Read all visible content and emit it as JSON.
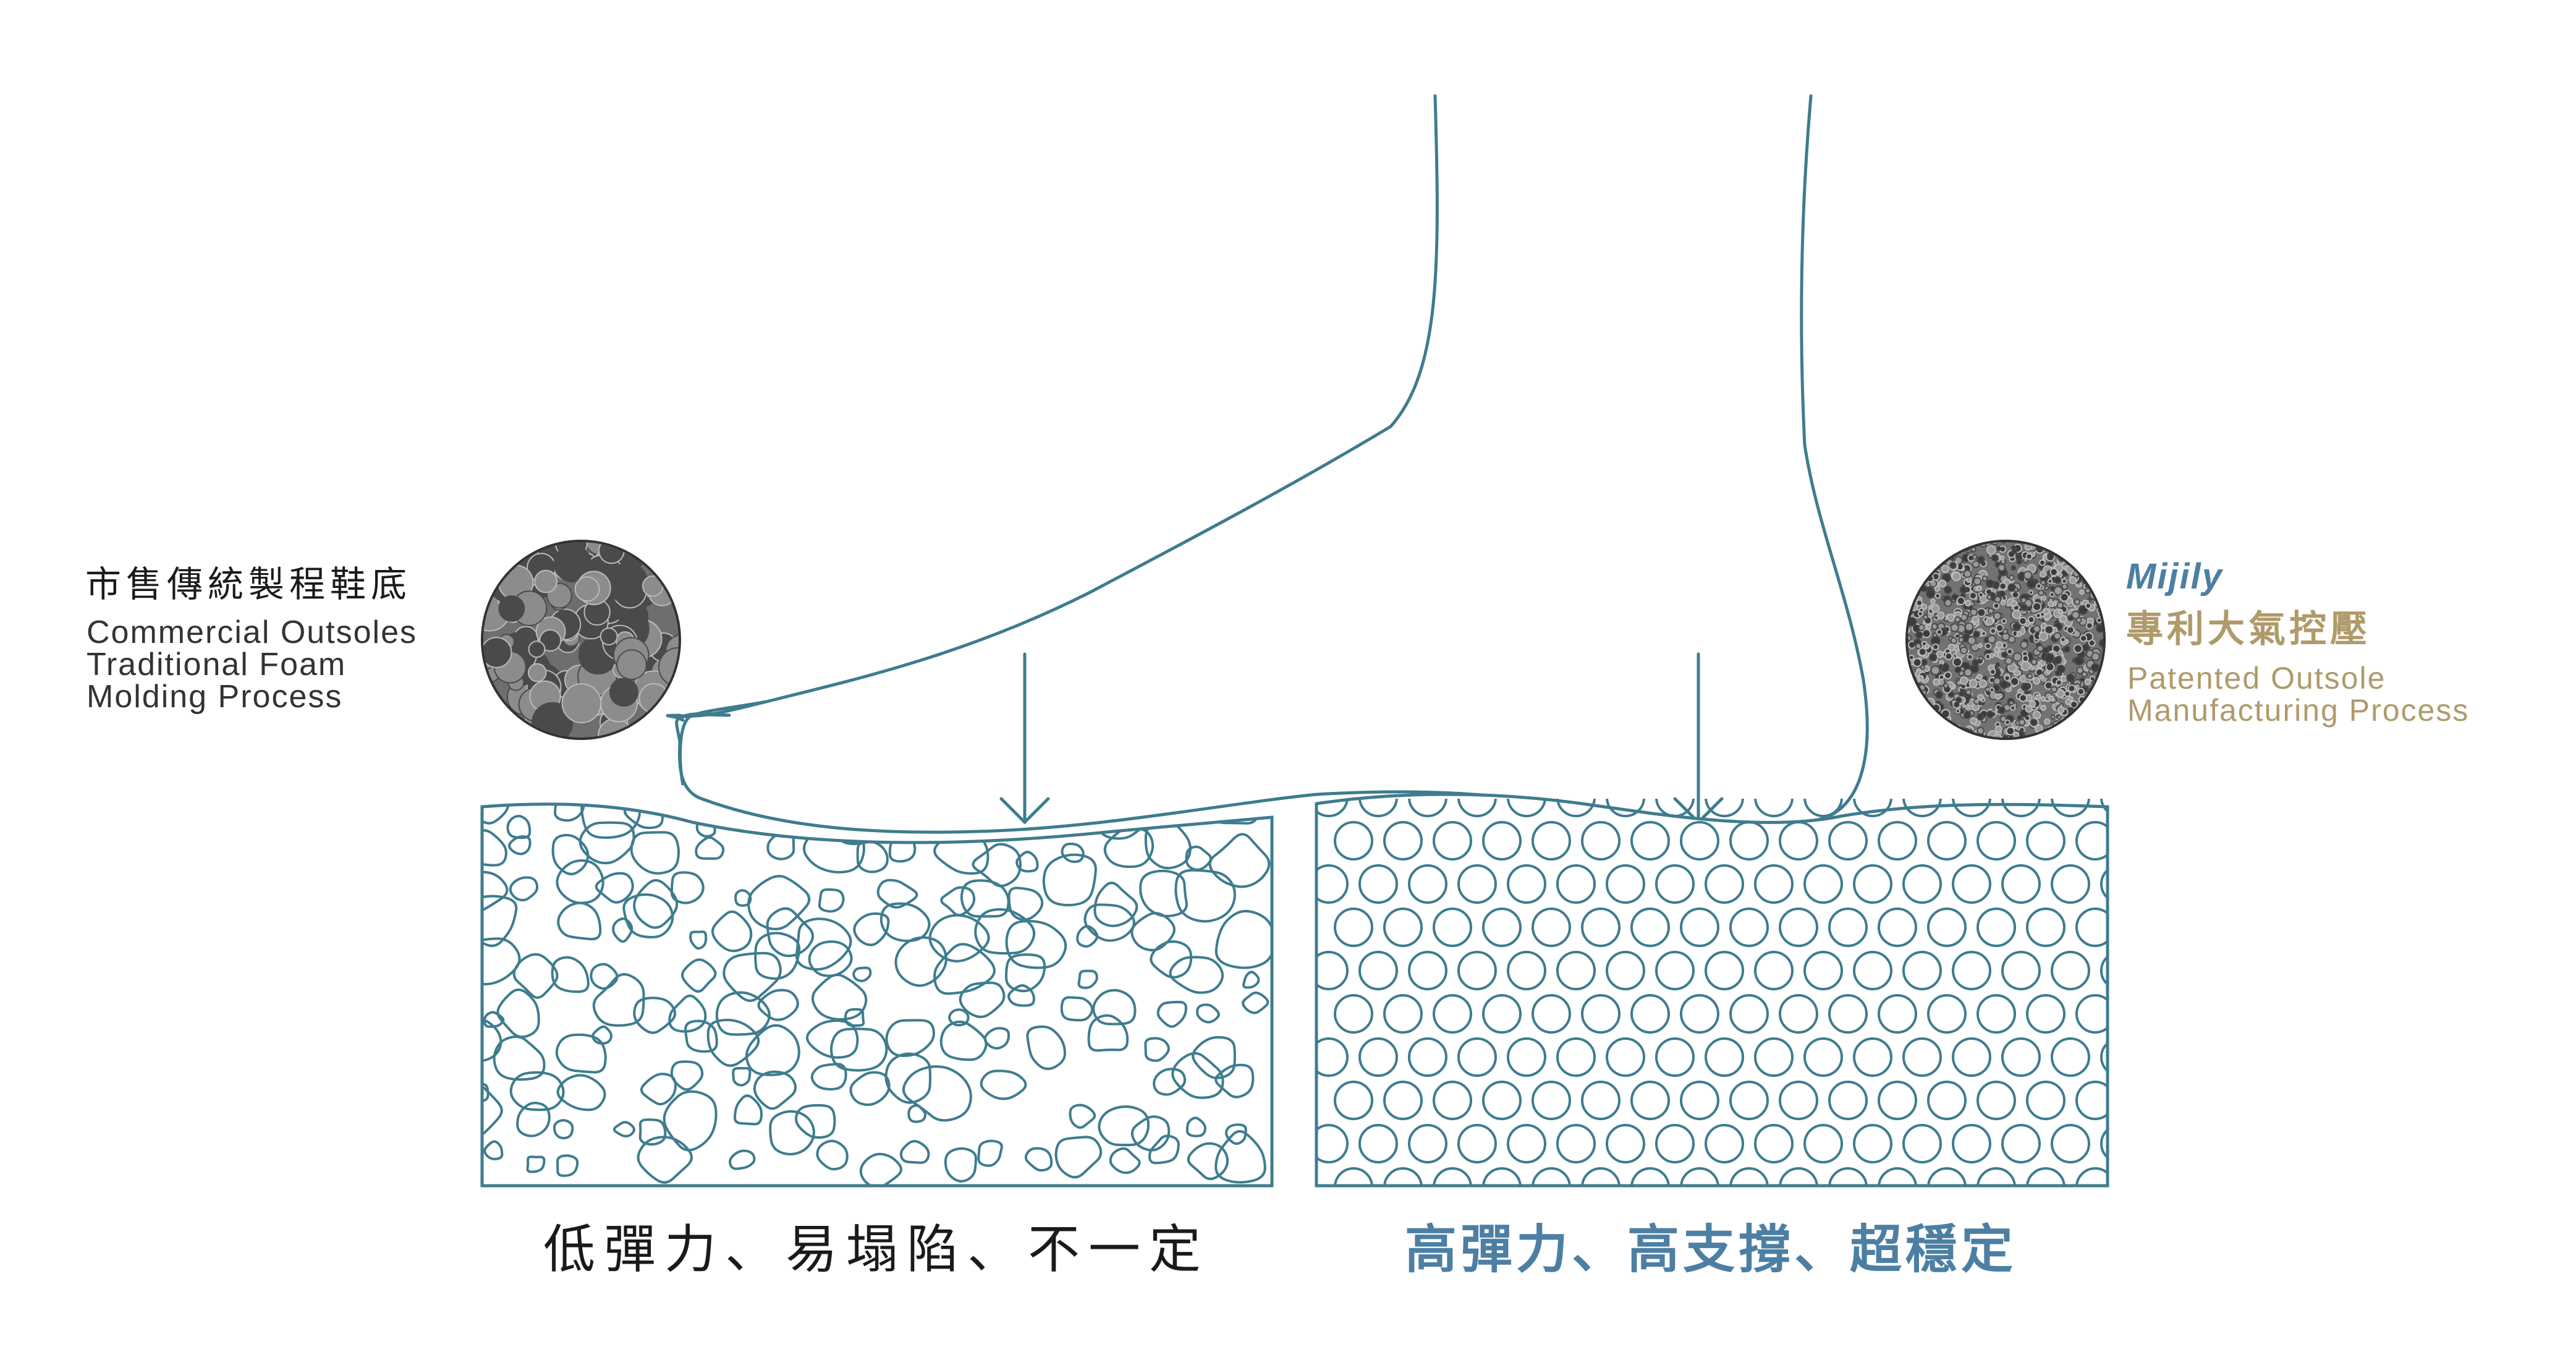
{
  "colors": {
    "line": "#3E7C8E",
    "brand_blue": "#4C7FA3",
    "brand_gold": "#B09A6A",
    "text_dark": "#1a1a1a",
    "sample_grey": "#7a7a7a"
  },
  "left_label": {
    "title": "市售傳統製程鞋底",
    "line1": "Commercial Outsoles",
    "line2": "Traditional Foam",
    "line3": "Molding Process"
  },
  "right_label": {
    "brand": "Mijily",
    "title": "專利大氣控壓",
    "line1": "Patented Outsole",
    "line2": "Manufacturing Process"
  },
  "captions": {
    "left": "低彈力、易塌陷、不一定",
    "right": "高彈力、高支撐、超穩定"
  },
  "icons": {
    "left_sample": "irregular-foam-texture-icon",
    "right_sample": "uniform-foam-texture-icon"
  }
}
